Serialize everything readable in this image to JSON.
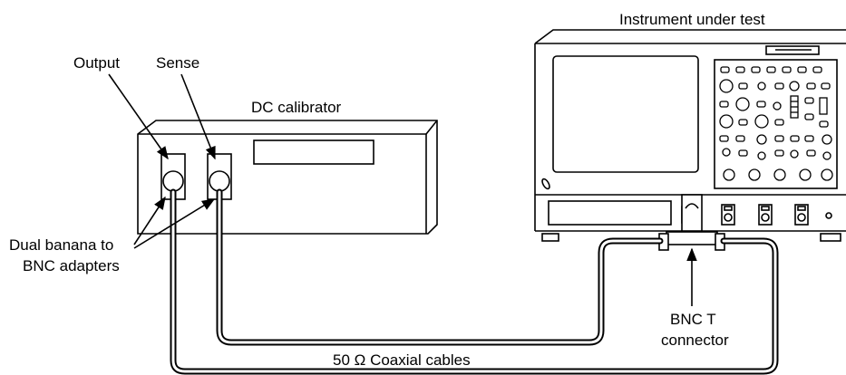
{
  "labels": {
    "instrument": "Instrument under test",
    "output": "Output",
    "sense": "Sense",
    "calibrator": "DC calibrator",
    "adapters_line1": "Dual banana to",
    "adapters_line2": "BNC adapters",
    "bnc_t_line1": "BNC T",
    "bnc_t_line2": "connector",
    "cables": "50 Ω Coaxial cables"
  }
}
